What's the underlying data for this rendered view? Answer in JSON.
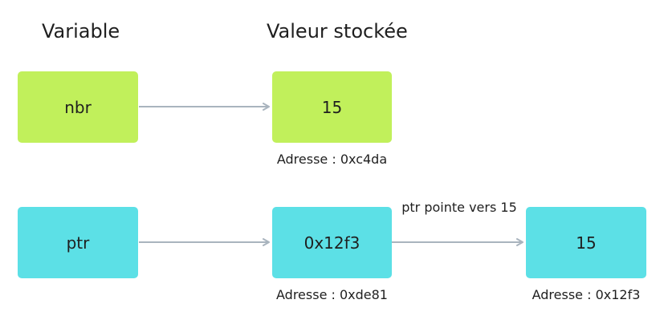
{
  "headings": {
    "variable": "Variable",
    "stored_value": "Valeur stockée"
  },
  "row_nbr": {
    "variable_name": "nbr",
    "value": "15",
    "value_address": "Adresse : 0xc4da"
  },
  "row_ptr": {
    "variable_name": "ptr",
    "value": "0x12f3",
    "value_address": "Adresse : 0xde81",
    "pointer_label": "ptr pointe vers 15",
    "target_value": "15",
    "target_address": "Adresse : 0x12f3"
  },
  "colors": {
    "green_box": "#c1f05b",
    "cyan_box": "#5ce0e6",
    "arrow": "#a9b4be"
  }
}
